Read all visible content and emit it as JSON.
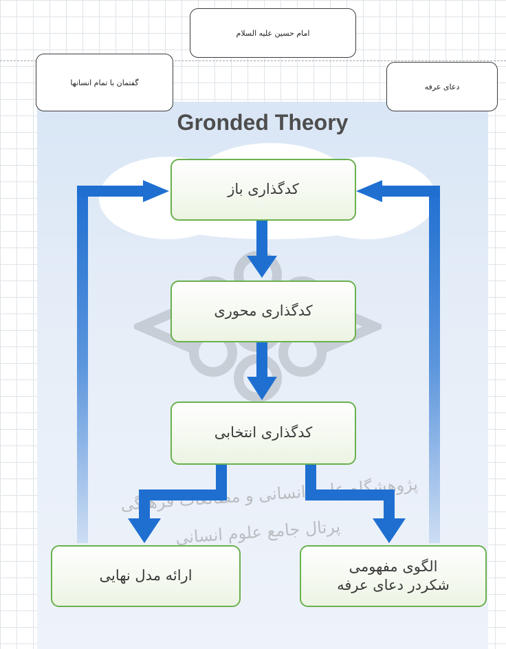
{
  "notes": {
    "top_center": "امام حسین علیه السلام",
    "left": "گفتمان با تمام انسانها",
    "right": "دعای عرفه"
  },
  "diagram": {
    "title": "Gronded Theory",
    "nodes": {
      "open_coding": "کدگذاری باز",
      "axial_coding": "کدگذاری محوری",
      "selective_coding": "کدگذاری انتخابی",
      "final_model": "ارائه مدل نهایی",
      "concept_pattern_line1": "الگوی مفهومی",
      "concept_pattern_line2": "شکردر دعای عرفه"
    }
  },
  "watermark": {
    "line1": "پژوهشگاه علوم انسانی و مطالعات فرهنگی",
    "line2": "پرتال جامع علوم انسانی"
  },
  "colors": {
    "arrow": "#1f6fd1",
    "node_border": "#6ab04c",
    "panel": "#dde8f6",
    "grid": "#dfe3e8"
  }
}
